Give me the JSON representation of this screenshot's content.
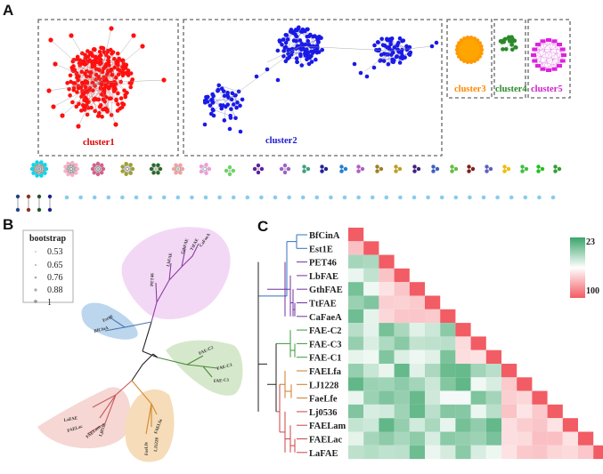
{
  "panel_a": {
    "letter": "A",
    "clusters": [
      {
        "label": "cluster1",
        "color": "#ff0000"
      },
      {
        "label": "cluster2",
        "color": "#1a1acc"
      },
      {
        "label": "cluster3",
        "color": "#ff9900"
      },
      {
        "label": "cluster4",
        "color": "#2a8a2a"
      },
      {
        "label": "cluster5",
        "color": "#cc22cc"
      }
    ]
  },
  "panel_b": {
    "letter": "B",
    "legend_title": "bootstrap",
    "legend_values": [
      "0.53",
      "0.65",
      "0.76",
      "0.88",
      "1"
    ],
    "leaves": {
      "purple": [
        "PET46",
        "LbFAE",
        "GthFAE",
        "TtFAE",
        "CaFaeA"
      ],
      "blue": [
        "Est1E",
        "BfCinA"
      ],
      "green": [
        "FAE-C2",
        "FAE-C3",
        "FAE-C1"
      ],
      "orange": [
        "FAELfa",
        "LJ1228",
        "FaeLfe"
      ],
      "red": [
        "LaFAE",
        "FAELac",
        "FAELam",
        "Lj0536"
      ]
    }
  },
  "panel_c": {
    "letter": "C",
    "colorbar_max": "23",
    "colorbar_min": "100",
    "labels": [
      "BfCinA",
      "Est1E",
      "PET46",
      "LbFAE",
      "GthFAE",
      "TtFAE",
      "CaFaeA",
      "FAE-C2",
      "FAE-C3",
      "FAE-C1",
      "FAELfa",
      "LJ1228",
      "FaeLfe",
      "Lj0536",
      "FAELam",
      "FAELac",
      "LaFAE"
    ]
  }
}
